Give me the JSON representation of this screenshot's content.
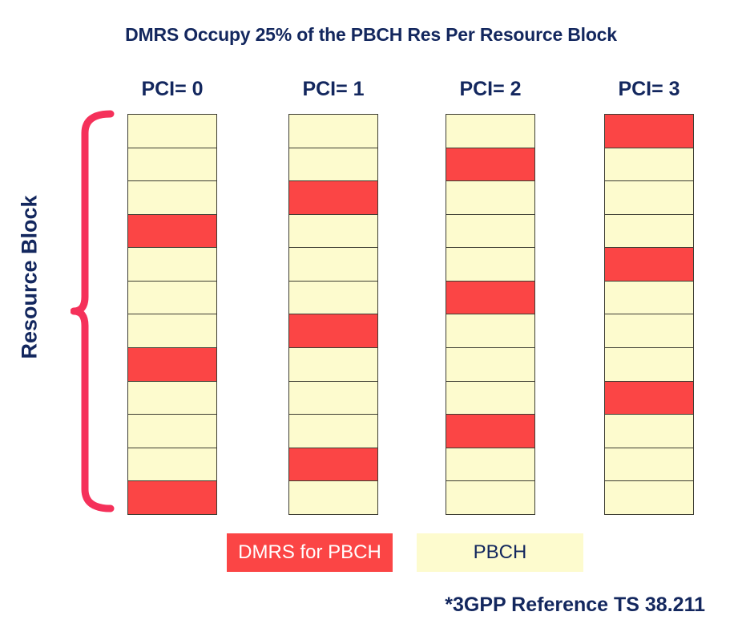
{
  "title": "DMRS Occupy 25% of the PBCH Res Per Resource Block",
  "axis_label": "Resource Block",
  "footnote": "*3GPP Reference TS 38.211",
  "colors": {
    "dmrs": "#fb4545",
    "pbch": "#fdfbce",
    "text": "#13275e",
    "brace": "#f5315a",
    "cell_border": "#3d3d33"
  },
  "legend": [
    {
      "label": "DMRS for PBCH",
      "type": "dmrs",
      "color": "#fb4545"
    },
    {
      "label": "PBCH",
      "type": "pbch",
      "color": "#fdfbce"
    }
  ],
  "chart_data": {
    "type": "heatmap",
    "title": "DMRS Occupy 25% of the PBCH Res Per Resource Block",
    "xlabel": "",
    "ylabel": "Resource Block",
    "grid": true,
    "legend_position": "bottom",
    "cells_per_column": 12,
    "categories": [
      "PCI= 0",
      "PCI= 1",
      "PCI= 2",
      "PCI= 3"
    ],
    "value_legend": {
      "0": "PBCH",
      "1": "DMRS for PBCH"
    },
    "series": [
      {
        "name": "PCI= 0",
        "pci": 0,
        "dmrs_indices": [
          3,
          7,
          11
        ],
        "values": [
          0,
          0,
          0,
          1,
          0,
          0,
          0,
          1,
          0,
          0,
          0,
          1
        ]
      },
      {
        "name": "PCI= 1",
        "pci": 1,
        "dmrs_indices": [
          2,
          6,
          10
        ],
        "values": [
          0,
          0,
          1,
          0,
          0,
          0,
          1,
          0,
          0,
          0,
          1,
          0
        ]
      },
      {
        "name": "PCI= 2",
        "pci": 2,
        "dmrs_indices": [
          1,
          5,
          9
        ],
        "values": [
          0,
          1,
          0,
          0,
          0,
          1,
          0,
          0,
          0,
          1,
          0,
          0
        ]
      },
      {
        "name": "PCI= 3",
        "pci": 3,
        "dmrs_indices": [
          0,
          4,
          8
        ],
        "values": [
          1,
          0,
          0,
          0,
          1,
          0,
          0,
          0,
          1,
          0,
          0,
          0
        ]
      }
    ]
  }
}
